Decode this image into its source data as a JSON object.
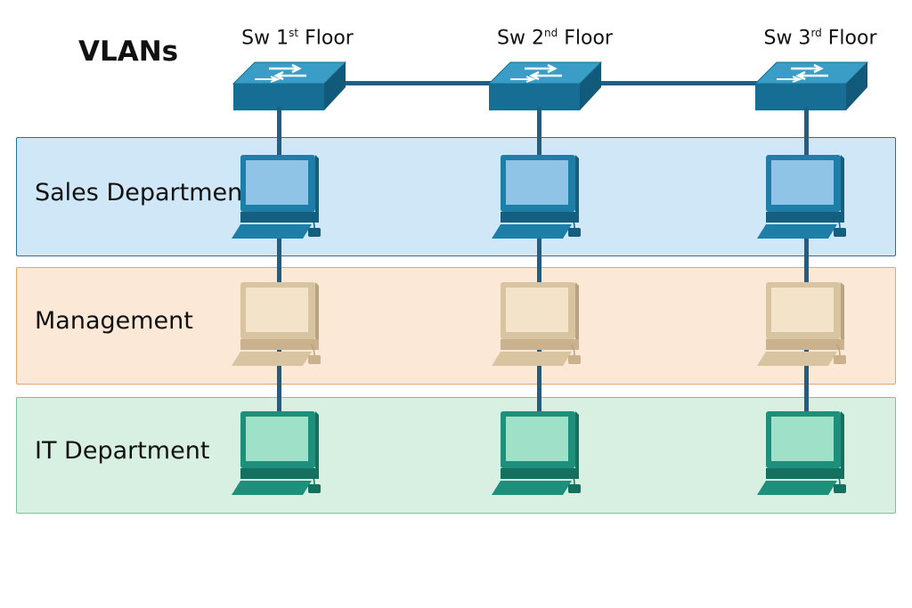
{
  "title": "VLANs",
  "switches": [
    {
      "prefix": "Sw 1",
      "suffix": "st",
      "rest": " Floor"
    },
    {
      "prefix": "Sw 2",
      "suffix": "nd",
      "rest": " Floor"
    },
    {
      "prefix": "Sw 3",
      "suffix": "rd",
      "rest": " Floor"
    }
  ],
  "vlans": [
    {
      "label": "Sales Departmen",
      "color": "#cfe7f7",
      "border": "#2a6f9a",
      "pc_screen": "#8fc4e6",
      "pc_body": "#1d7fa8",
      "pc_dark": "#145f80"
    },
    {
      "label": "Management",
      "color": "#fbe8d6",
      "border": "#e4a56e",
      "pc_screen": "#f3e3c8",
      "pc_body": "#d9c4a1",
      "pc_dark": "#b9a27e"
    },
    {
      "label": "IT Department",
      "color": "#d7f0e2",
      "border": "#7fbf99",
      "pc_screen": "#9fe0c9",
      "pc_body": "#1e8f7a",
      "pc_dark": "#14705f"
    }
  ],
  "colors": {
    "switch_top": "#2e8fb8",
    "switch_side": "#176e94",
    "link": "#1f5f86"
  },
  "icons": {
    "switch": "network-switch-icon",
    "pc": "desktop-computer-icon"
  }
}
